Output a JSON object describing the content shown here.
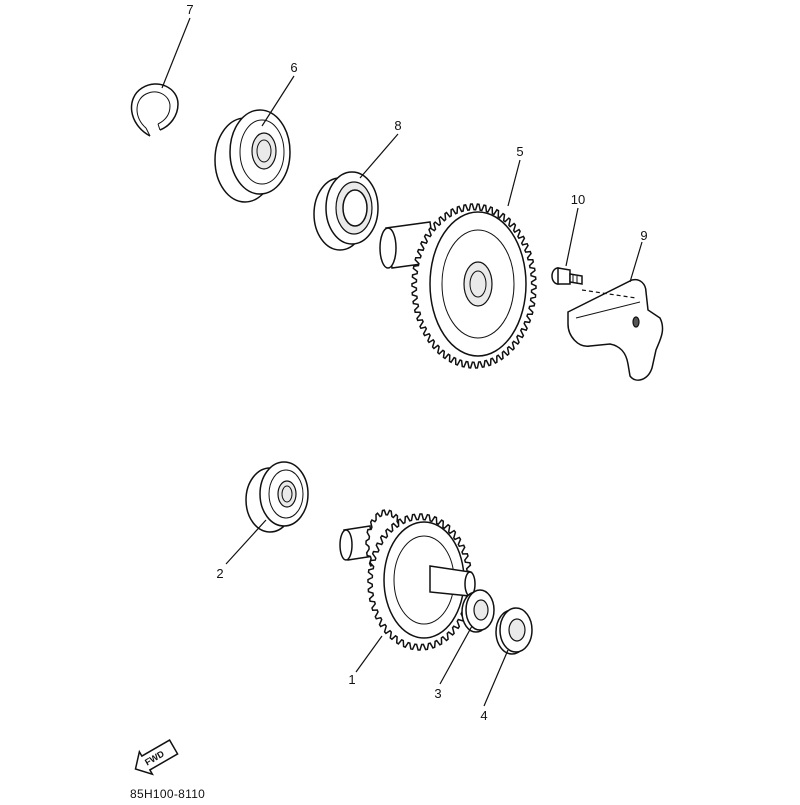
{
  "diagram": {
    "callouts": [
      "1",
      "2",
      "3",
      "4",
      "5",
      "6",
      "7",
      "8",
      "9",
      "10"
    ],
    "direction_label": "FWD",
    "part_code": "85H100-8110",
    "colors": {
      "line": "#111111",
      "background": "#ffffff",
      "shade": "#eaeaea"
    }
  }
}
